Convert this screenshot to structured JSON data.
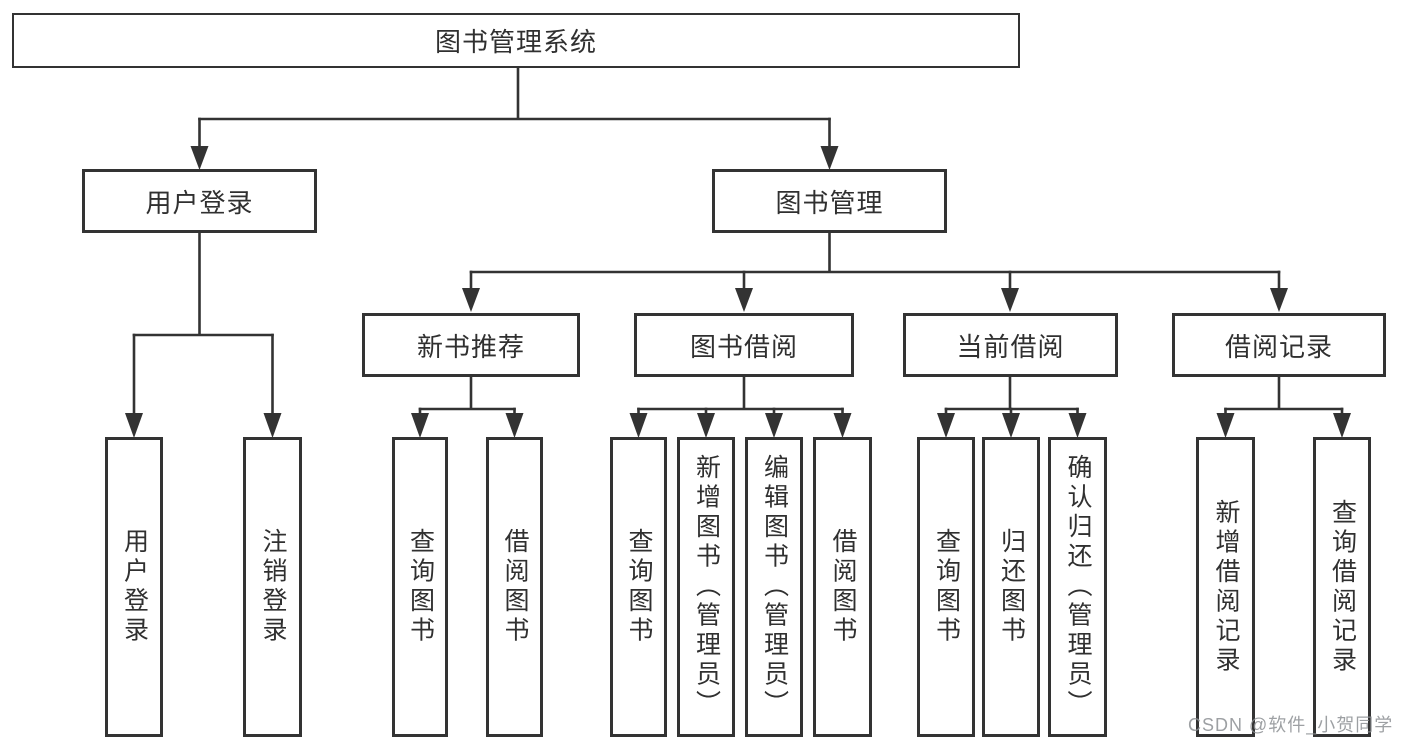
{
  "tree": {
    "root": {
      "label": "图书管理系统"
    },
    "branches": [
      {
        "label": "用户登录",
        "children": [
          {
            "label": "用户登录"
          },
          {
            "label": "注销登录"
          }
        ]
      },
      {
        "label": "图书管理",
        "children": [
          {
            "label": "新书推荐",
            "children": [
              {
                "label": "查询图书"
              },
              {
                "label": "借阅图书"
              }
            ]
          },
          {
            "label": "图书借阅",
            "children": [
              {
                "label": "查询图书"
              },
              {
                "label": "新增图书（管理员）"
              },
              {
                "label": "编辑图书（管理员）"
              },
              {
                "label": "借阅图书"
              }
            ]
          },
          {
            "label": "当前借阅",
            "children": [
              {
                "label": "查询图书"
              },
              {
                "label": "归还图书"
              },
              {
                "label": "确认归还（管理员）"
              }
            ]
          },
          {
            "label": "借阅记录",
            "children": [
              {
                "label": "新增借阅记录"
              },
              {
                "label": "查询借阅记录"
              }
            ]
          }
        ]
      }
    ]
  },
  "colors": {
    "line": "#333333",
    "text": "#303030",
    "background": "#ffffff",
    "watermark": "#8d9094"
  },
  "watermark": {
    "text": "CSDN @软件_小贺同学"
  }
}
